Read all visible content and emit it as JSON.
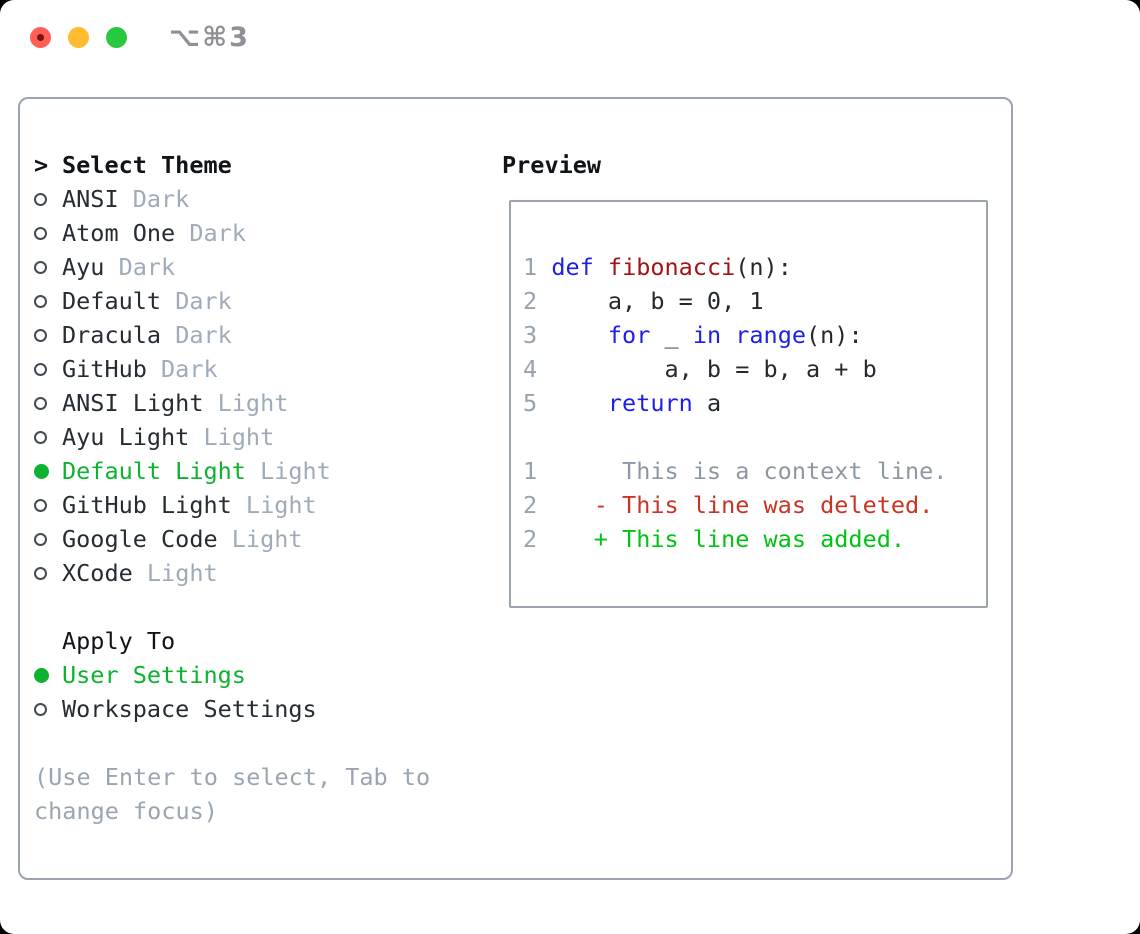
{
  "window": {
    "shortcut_label": "⌥⌘3",
    "traffic_lights": [
      "close",
      "minimize",
      "zoom"
    ]
  },
  "colors": {
    "window_bg": "#ffffff",
    "border_gray": "#9aa3ae",
    "header_text": "#101418",
    "name_text": "#262c34",
    "code_text": "#24292f",
    "tag_gray": "#9fabb8",
    "help_gray": "#9aa5b2",
    "line_number_gray": "#98a2ad",
    "context_gray": "#8e98a3",
    "accent_green": "#0db32f",
    "added_green": "#00c414",
    "deleted_red": "#c93524",
    "keyword_blue": "#1e1ee9",
    "function_red": "#a31515",
    "shortcut_gray": "#8e9096",
    "traffic_red": "#ff5f57",
    "traffic_red_dot": "#7a120d",
    "traffic_yellow": "#febc2e",
    "traffic_green": "#28c840"
  },
  "theme_panel": {
    "title_marker": ">",
    "title": "Select Theme",
    "items": [
      {
        "name": "ANSI",
        "tag": "Dark",
        "selected": false
      },
      {
        "name": "Atom One",
        "tag": "Dark",
        "selected": false
      },
      {
        "name": "Ayu",
        "tag": "Dark",
        "selected": false
      },
      {
        "name": "Default",
        "tag": "Dark",
        "selected": false
      },
      {
        "name": "Dracula",
        "tag": "Dark",
        "selected": false
      },
      {
        "name": "GitHub",
        "tag": "Dark",
        "selected": false
      },
      {
        "name": "ANSI Light",
        "tag": "Light",
        "selected": false
      },
      {
        "name": "Ayu Light",
        "tag": "Light",
        "selected": false
      },
      {
        "name": "Default Light",
        "tag": "Light",
        "selected": true
      },
      {
        "name": "GitHub Light",
        "tag": "Light",
        "selected": false
      },
      {
        "name": "Google Code",
        "tag": "Light",
        "selected": false
      },
      {
        "name": "XCode",
        "tag": "Light",
        "selected": false
      }
    ]
  },
  "apply_to": {
    "title": "Apply To",
    "options": [
      {
        "name": "User Settings",
        "selected": true
      },
      {
        "name": "Workspace Settings",
        "selected": false
      }
    ]
  },
  "help": {
    "lines": [
      "(Use Enter to select, Tab to",
      "change focus)"
    ]
  },
  "preview": {
    "title": "Preview",
    "code_lines": [
      {
        "num": "1",
        "segments": [
          {
            "t": " ",
            "s": "pl"
          },
          {
            "t": "def",
            "s": "kw"
          },
          {
            "t": " ",
            "s": "pl"
          },
          {
            "t": "fibonacci",
            "s": "fn"
          },
          {
            "t": "(n):",
            "s": "pl"
          }
        ]
      },
      {
        "num": "2",
        "segments": [
          {
            "t": "     a, b = 0, 1",
            "s": "pl"
          }
        ]
      },
      {
        "num": "3",
        "segments": [
          {
            "t": "     ",
            "s": "pl"
          },
          {
            "t": "for",
            "s": "kw"
          },
          {
            "t": " _ ",
            "s": "pl"
          },
          {
            "t": "in",
            "s": "kw"
          },
          {
            "t": " ",
            "s": "pl"
          },
          {
            "t": "range",
            "s": "kw"
          },
          {
            "t": "(n):",
            "s": "pl"
          }
        ]
      },
      {
        "num": "4",
        "segments": [
          {
            "t": "         a, b = b, a + b",
            "s": "pl"
          }
        ]
      },
      {
        "num": "5",
        "segments": [
          {
            "t": "     ",
            "s": "pl"
          },
          {
            "t": "return",
            "s": "kw"
          },
          {
            "t": " a",
            "s": "pl"
          }
        ]
      },
      {
        "num": "",
        "segments": []
      },
      {
        "num": "1",
        "segments": [
          {
            "t": "      This is a context line.",
            "s": "ctx"
          }
        ]
      },
      {
        "num": "2",
        "segments": [
          {
            "t": "    - This line was deleted.",
            "s": "del"
          }
        ]
      },
      {
        "num": "2",
        "segments": [
          {
            "t": "    + This line was added.",
            "s": "add"
          }
        ]
      }
    ]
  }
}
